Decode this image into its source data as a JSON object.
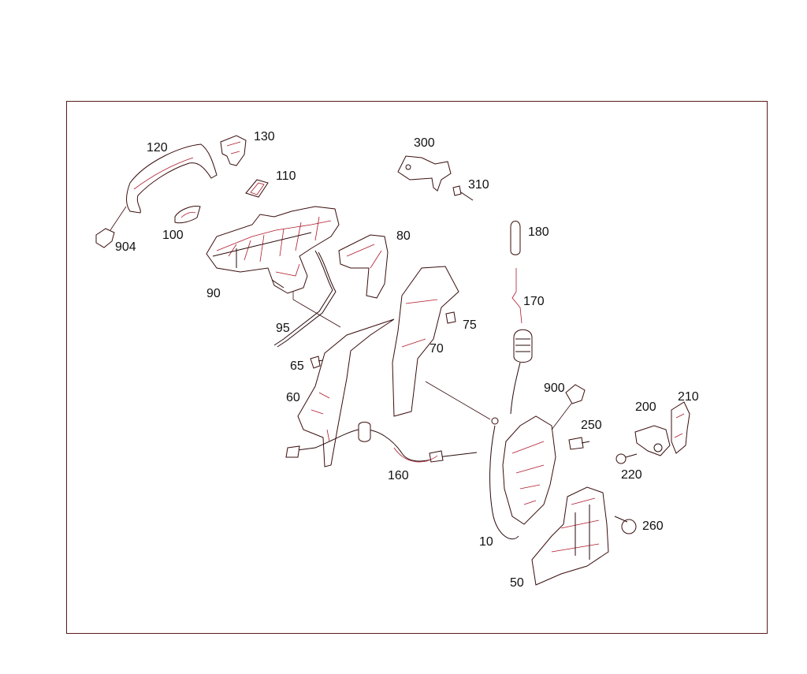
{
  "colors": {
    "frame": "#5a1a1a",
    "outline": "#3a0d0d",
    "detail": "#b0182a"
  },
  "parts": {
    "p120": "120",
    "p130": "130",
    "p110": "110",
    "p100": "100",
    "p904": "904",
    "p90": "90",
    "p80": "80",
    "p95": "95",
    "p65": "65",
    "p60": "60",
    "p300": "300",
    "p310": "310",
    "p180": "180",
    "p170": "170",
    "p75": "75",
    "p70": "70",
    "p900": "900",
    "p250": "250",
    "p200": "200",
    "p210": "210",
    "p220": "220",
    "p160": "160",
    "p10": "10",
    "p260": "260",
    "p50": "50"
  }
}
